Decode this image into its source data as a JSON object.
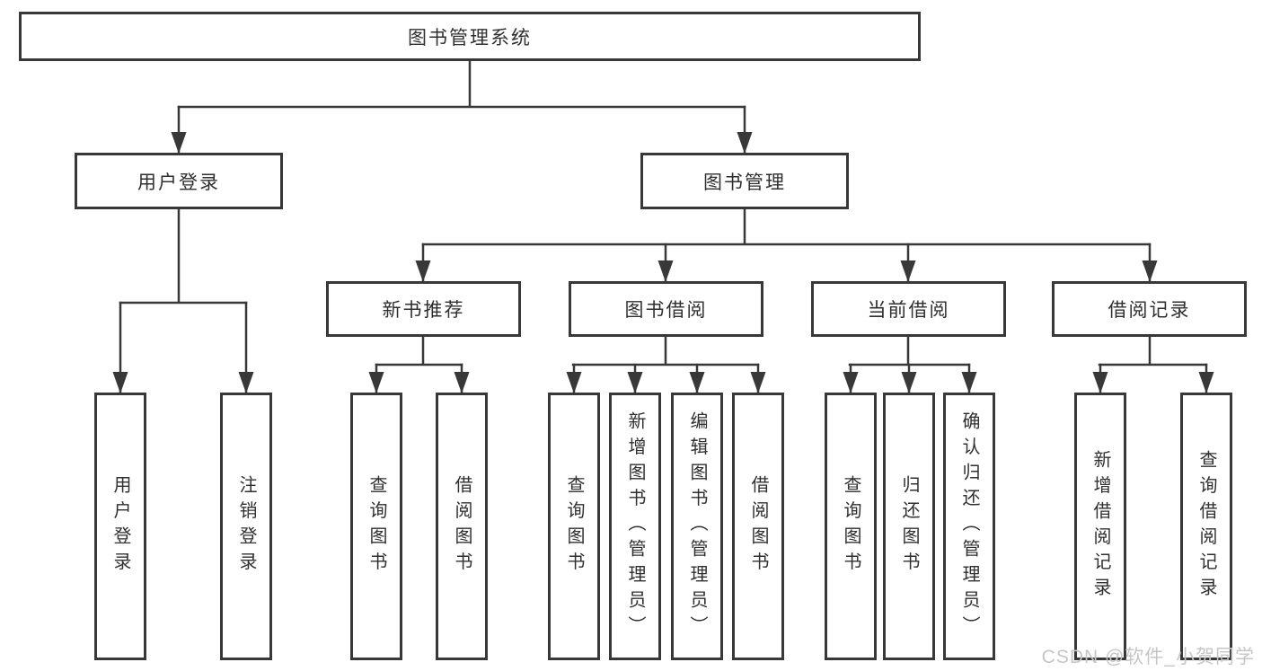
{
  "diagram": {
    "type": "hierarchy-tree",
    "nodes": {
      "root": "图书管理系统",
      "user_branch": "用户登录",
      "mgmt_branch": "图书管理",
      "new_book_rec": "新书推荐",
      "book_borrow": "图书借阅",
      "current_borrow": "当前借阅",
      "borrow_records": "借阅记录",
      "leaf_user_login": "用户登录",
      "leaf_logout": "注销登录",
      "leaf_rec_query": "查询图书",
      "leaf_rec_borrow": "借阅图书",
      "leaf_bb_query": "查询图书",
      "leaf_bb_add": "新增图书（管理员）",
      "leaf_bb_edit": "编辑图书（管理员）",
      "leaf_bb_borrow": "借阅图书",
      "leaf_cb_query": "查询图书",
      "leaf_cb_return": "归还图书",
      "leaf_cb_confirm": "确认归还（管理员）",
      "leaf_br_add": "新增借阅记录",
      "leaf_br_query": "查询借阅记录"
    },
    "hierarchy": {
      "图书管理系统": {
        "用户登录": [
          "用户登录",
          "注销登录"
        ],
        "图书管理": {
          "新书推荐": [
            "查询图书",
            "借阅图书"
          ],
          "图书借阅": [
            "查询图书",
            "新增图书（管理员）",
            "编辑图书（管理员）",
            "借阅图书"
          ],
          "当前借阅": [
            "查询图书",
            "归还图书",
            "确认归还（管理员）"
          ],
          "借阅记录": [
            "新增借阅记录",
            "查询借阅记录"
          ]
        }
      }
    },
    "colors": {
      "line": "#383838",
      "box_border": "#383838",
      "text": "#2f2f2f",
      "background": "#ffffff",
      "watermark": "#c6c6c6"
    }
  },
  "watermark": "CSDN @软件_小贺同学"
}
